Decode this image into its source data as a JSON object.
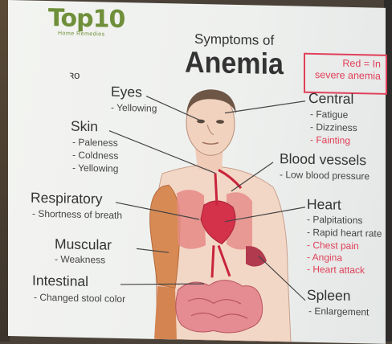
{
  "logo": {
    "text": "Top10",
    "subtext": "Home Remedies"
  },
  "subtitle": "Symptoms of",
  "title": "Anemia",
  "legend": "Red = In severe anemia",
  "mark": "ꝛo",
  "colors": {
    "accent_red": "#e0405a",
    "logo_green": "#6f8f3a",
    "text": "#333333"
  },
  "groups": {
    "eyes": {
      "label": "Eyes",
      "symptoms": [
        "- Yellowing"
      ]
    },
    "skin": {
      "label": "Skin",
      "symptoms": [
        "- Paleness",
        "- Coldness",
        "- Yellowing"
      ]
    },
    "respiratory": {
      "label": "Respiratory",
      "symptoms": [
        "- Shortness of breath"
      ]
    },
    "muscular": {
      "label": "Muscular",
      "symptoms": [
        "- Weakness"
      ]
    },
    "intestinal": {
      "label": "Intestinal",
      "symptoms": [
        "- Changed stool color"
      ]
    },
    "central": {
      "label": "Central",
      "symptoms": [
        "- Fatigue",
        "- Dizziness"
      ],
      "severe": [
        "- Fainting"
      ]
    },
    "blood_vessels": {
      "label": "Blood vessels",
      "symptoms": [
        "- Low blood pressure"
      ]
    },
    "heart": {
      "label": "Heart",
      "symptoms": [
        "- Palpitations",
        "- Rapid heart rate"
      ],
      "severe": [
        "- Chest pain",
        "- Angina",
        "- Heart attack"
      ]
    },
    "spleen": {
      "label": "Spleen",
      "symptoms": [
        "- Enlargement"
      ]
    }
  }
}
